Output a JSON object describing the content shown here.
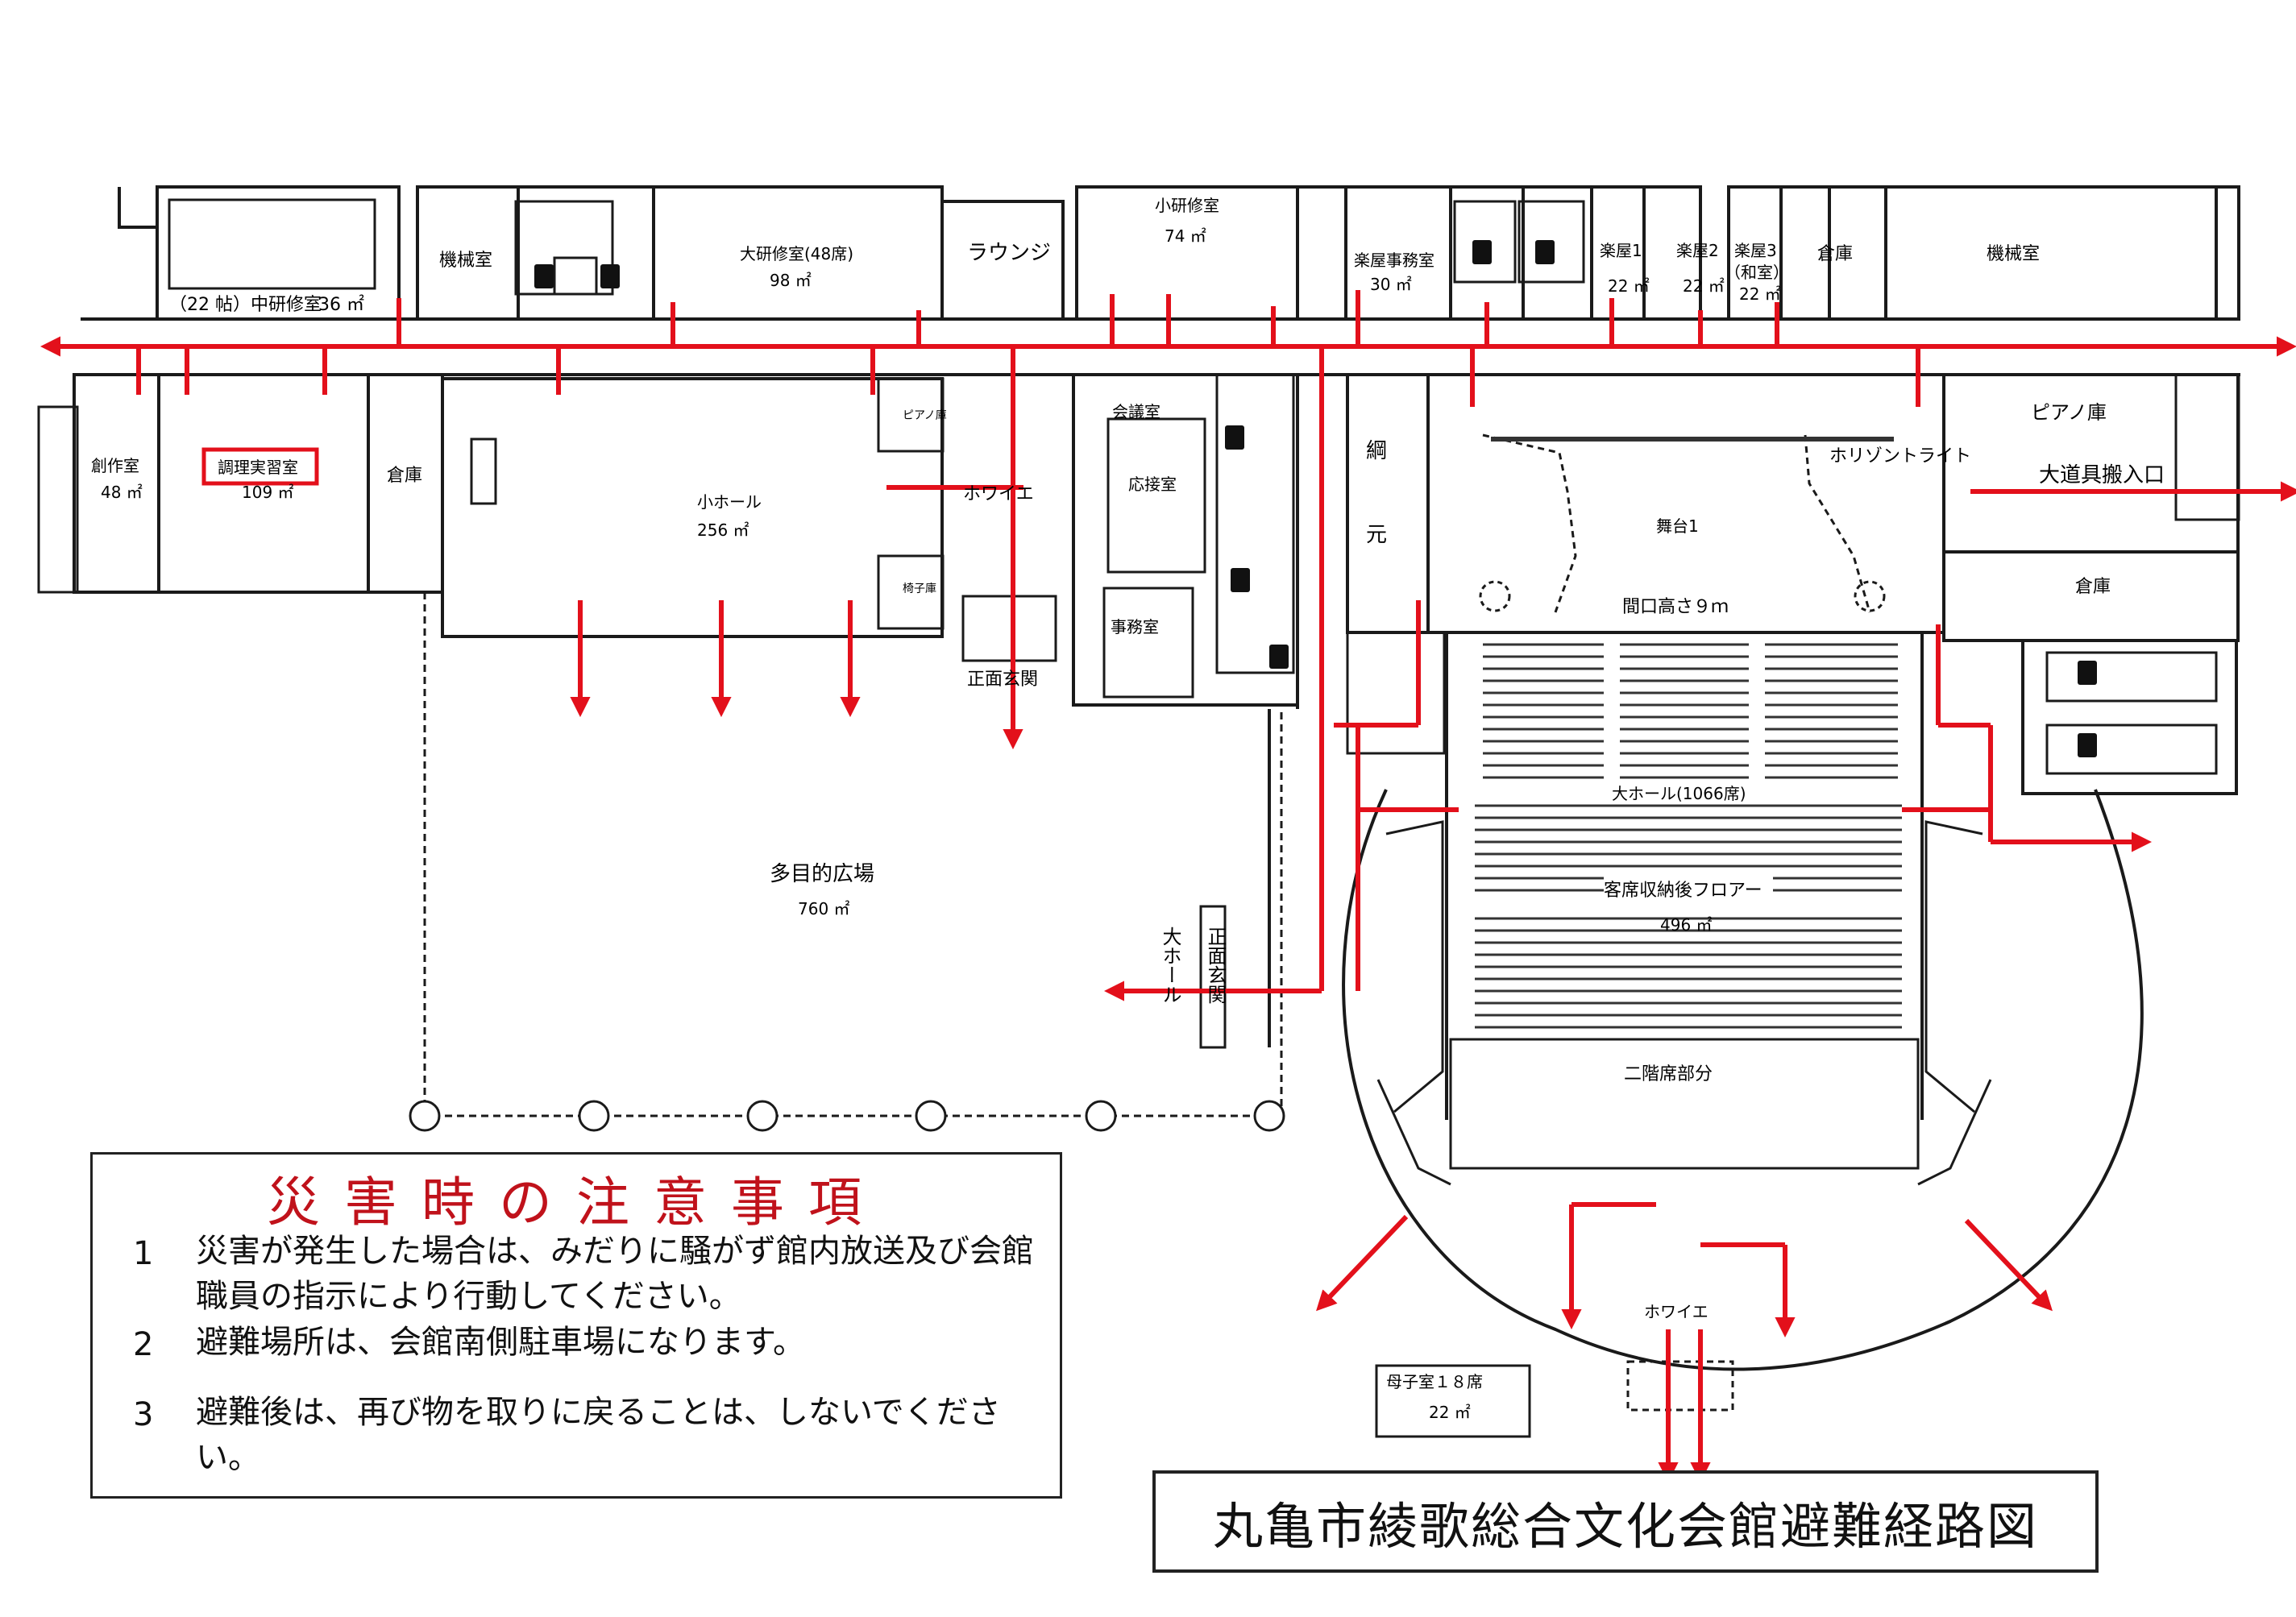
{
  "title": "丸亀市綾歌総合文化会館避難経路図",
  "notice": {
    "heading": "災害時の注意事項",
    "items": [
      {
        "num": "1",
        "text": "災害が発生した場合は、みだりに騒がず館内放送及び会館職員の指示により行動してください。"
      },
      {
        "num": "2",
        "text": "避難場所は、会館南側駐車場になります。"
      },
      {
        "num": "3",
        "text": "避難後は、再び物を取りに戻ることは、しないでください。"
      }
    ]
  },
  "rooms": {
    "chu_kenshu_name": "（22 帖）中研修室",
    "chu_kenshu_area": "36 ㎡",
    "kikai_1": "機械室",
    "dai_kenshu_name": "大研修室(48席)",
    "dai_kenshu_area": "98 ㎡",
    "lounge": "ラウンジ",
    "sho_kenshu_name": "小研修室",
    "sho_kenshu_area": "74 ㎡",
    "gakuya_jimu_name": "楽屋事務室",
    "gakuya_jimu_area": "30 ㎡",
    "gakuya1_name": "楽屋1",
    "gakuya1_area": "22 ㎡",
    "gakuya2_name": "楽屋2",
    "gakuya2_area": "22 ㎡",
    "gakuya3_name": "楽屋3",
    "gakuya3_sub": "（和室）",
    "gakuya3_area": "22 ㎡",
    "souko_top": "倉庫",
    "kikai_2": "機械室",
    "sousaku_name": "創作室",
    "sousaku_area": "48 ㎡",
    "chouri_name": "調理実習室",
    "chouri_area": "109 ㎡",
    "souko_left": "倉庫",
    "sho_hall_name": "小ホール",
    "sho_hall_area": "256 ㎡",
    "piano_small": "ピアノ庫",
    "foyer_small": "ホワイエ",
    "isu": "椅子庫",
    "shomen_genkan_1": "正面玄関",
    "kaigi": "会議室",
    "ousetsu": "応接室",
    "jimu": "事務室",
    "tsuna": "綱",
    "moto": "元",
    "horizon": "ホリゾントライト",
    "butai": "舞台1",
    "maguchi": "間口高さ９ｍ",
    "piano_large": "ピアノ庫",
    "oodougu": "大道具搬入口",
    "souko_right": "倉庫",
    "dai_hall_name": "大ホール(1066席)",
    "kyakuseki_name": "客席収納後フロアー",
    "kyakuseki_area": "496 ㎡",
    "nikai": "二階席部分",
    "plaza_name": "多目的広場",
    "plaza_area": "760 ㎡",
    "dai_hall_genkan_a": "大ホール",
    "dai_hall_genkan_b": "正面玄関",
    "foyer_large": "ホワイエ",
    "boshi_name": "母子室１８席",
    "boshi_area": "22 ㎡"
  },
  "colors": {
    "route": "#e3101b",
    "wall": "#1a1a1a",
    "seat": "#333333"
  }
}
